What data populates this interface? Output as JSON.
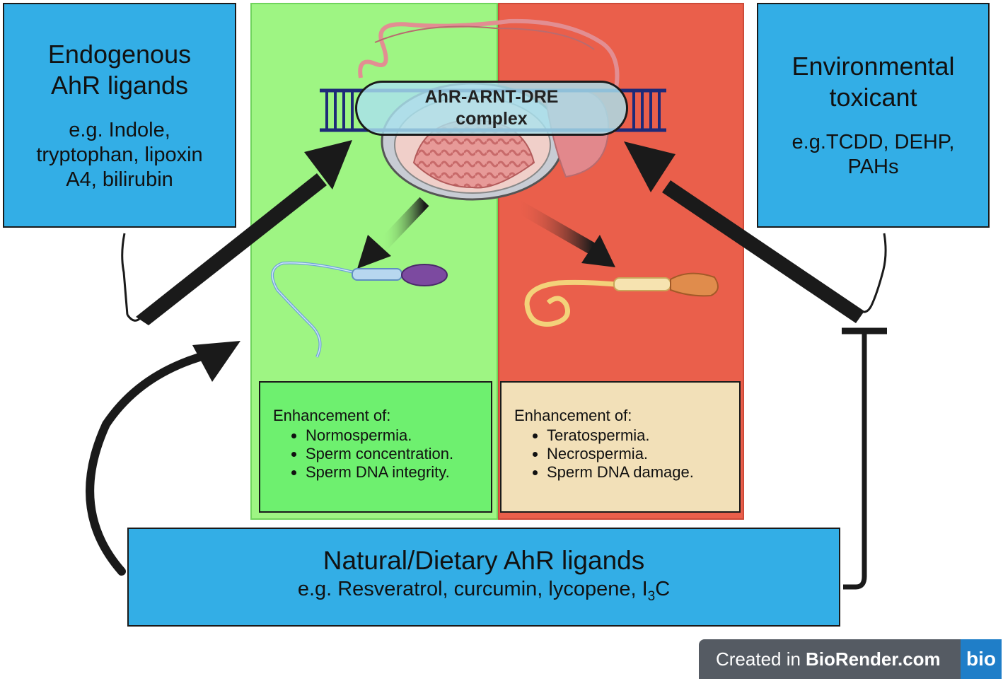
{
  "endogenous": {
    "title": "Endogenous\nAhR ligands",
    "examples": "e.g. Indole,\ntryptophan, lipoxin\nA4, bilirubin"
  },
  "environmental": {
    "title": "Environmental\ntoxicant",
    "examples": "e.g.TCDD, DEHP,\nPAHs"
  },
  "complex": {
    "label": "AhR-ARNT-DRE\ncomplex"
  },
  "positive_effects": {
    "heading": "Enhancement of:",
    "items": [
      "Normospermia.",
      "Sperm concentration.",
      "Sperm DNA integrity."
    ]
  },
  "negative_effects": {
    "heading": "Enhancement of:",
    "items": [
      "Teratospermia.",
      "Necrospermia.",
      "Sperm DNA damage."
    ]
  },
  "natural": {
    "title": "Natural/Dietary AhR ligands",
    "examples_prefix": "e.g. Resveratrol, curcumin, lycopene, I",
    "examples_subscript": "3",
    "examples_suffix": "C"
  },
  "credit": {
    "prefix": "Created in",
    "brand": "BioRender.com",
    "logo": "bio"
  },
  "colors": {
    "box_blue": "#33aee6",
    "panel_green": "#9ef583",
    "panel_red": "#ea5f4b",
    "effect_green": "#6ef06f",
    "effect_cream": "#f2e0b8"
  }
}
